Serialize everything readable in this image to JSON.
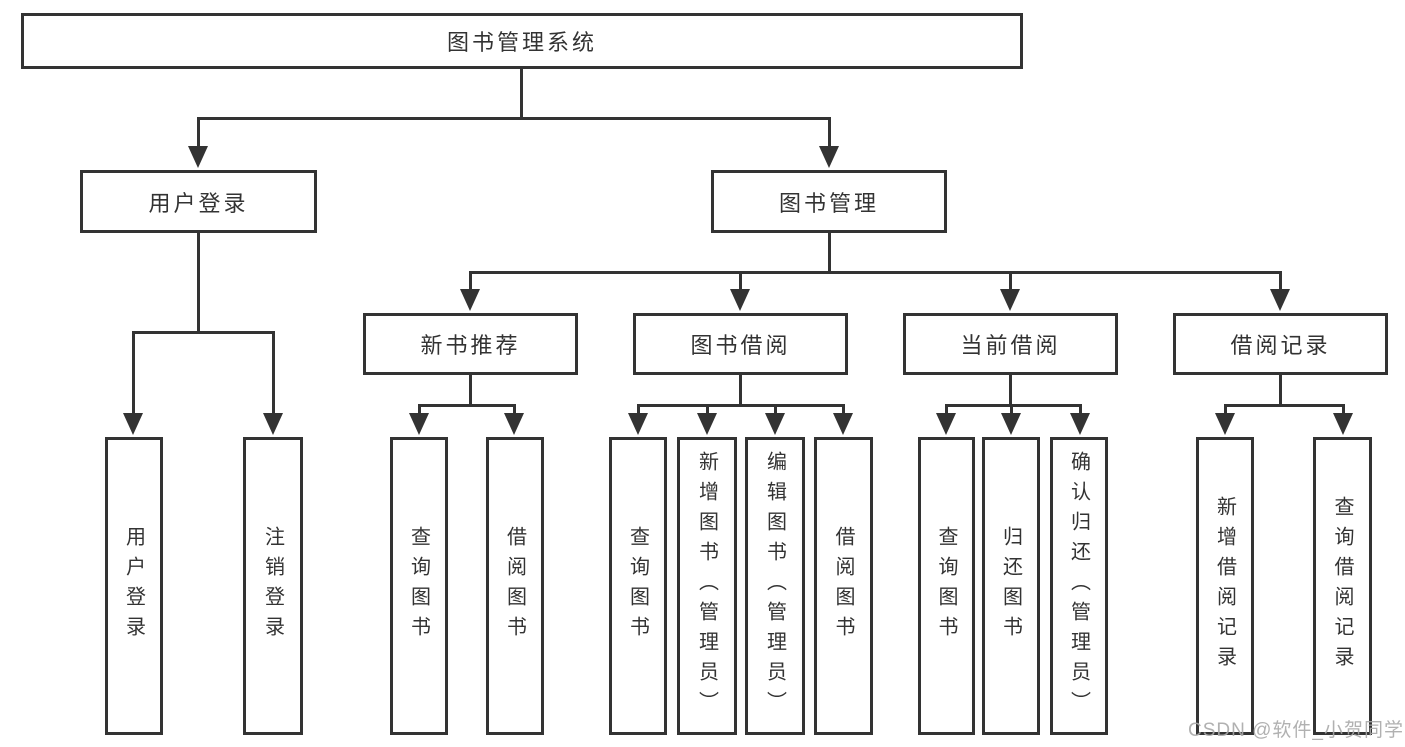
{
  "colors": {
    "line": "#333333",
    "text": "#333333",
    "watermark": "#a9a9a9",
    "background": "#ffffff"
  },
  "tree": {
    "root": {
      "label": "图书管理系统"
    },
    "branches": [
      {
        "label": "用户登录",
        "children": [
          {
            "label": "用户登录"
          },
          {
            "label": "注销登录"
          }
        ]
      },
      {
        "label": "图书管理",
        "groups": [
          {
            "label": "新书推荐",
            "children": [
              {
                "label": "查询图书"
              },
              {
                "label": "借阅图书"
              }
            ]
          },
          {
            "label": "图书借阅",
            "children": [
              {
                "label": "查询图书"
              },
              {
                "label": "新增图书（管理员）"
              },
              {
                "label": "编辑图书（管理员）"
              },
              {
                "label": "借阅图书"
              }
            ]
          },
          {
            "label": "当前借阅",
            "children": [
              {
                "label": "查询图书"
              },
              {
                "label": "归还图书"
              },
              {
                "label": "确认归还（管理员）"
              }
            ]
          },
          {
            "label": "借阅记录",
            "children": [
              {
                "label": "新增借阅记录"
              },
              {
                "label": "查询借阅记录"
              }
            ]
          }
        ]
      }
    ]
  },
  "watermark": "CSDN @软件_小贺同学"
}
